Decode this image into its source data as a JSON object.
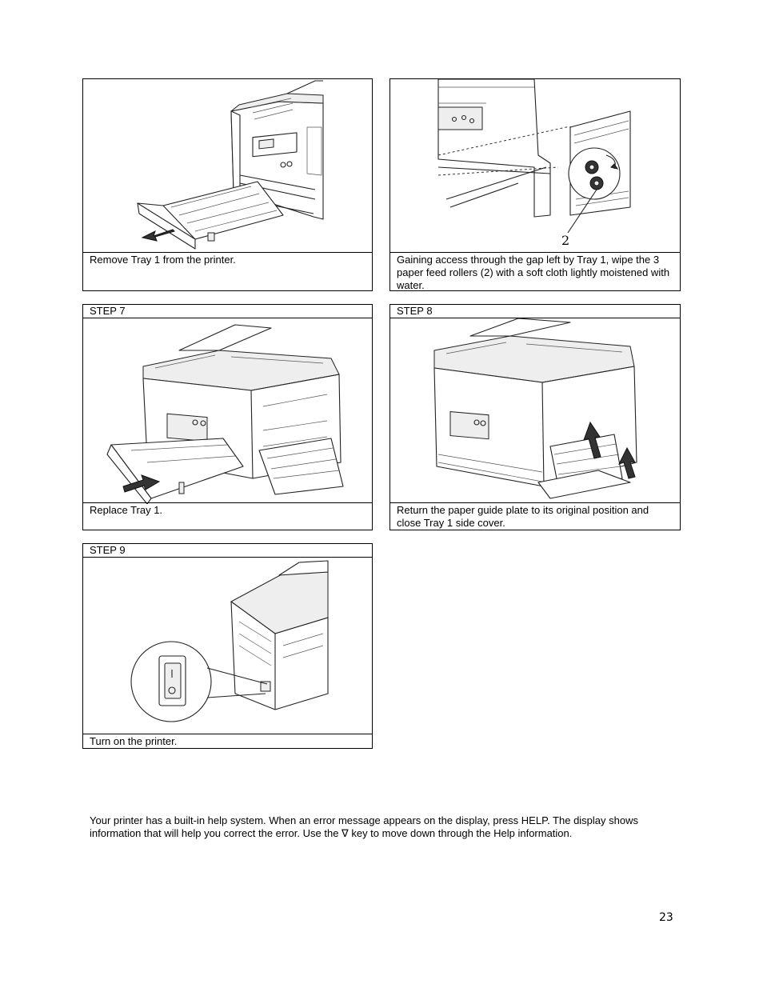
{
  "steps": {
    "s5": {
      "caption": "Remove Tray 1 from the printer."
    },
    "s6": {
      "caption": "Gaining access through the gap left by Tray 1, wipe the 3 paper feed rollers (2) with a soft cloth lightly moistened with water.",
      "callout": "2"
    },
    "s7": {
      "header": "STEP 7",
      "caption": "Replace Tray 1."
    },
    "s8": {
      "header": "STEP 8",
      "caption": "Return the paper guide plate to its original position and close Tray 1 side cover."
    },
    "s9": {
      "header": "STEP 9",
      "caption": "Turn on the printer."
    }
  },
  "help_text": "Your printer has a built-in help system. When an error message appears on the display, press HELP. The display shows information that will help you correct the error. Use the ∇ key to move down through the Help information.",
  "page_number": "23"
}
